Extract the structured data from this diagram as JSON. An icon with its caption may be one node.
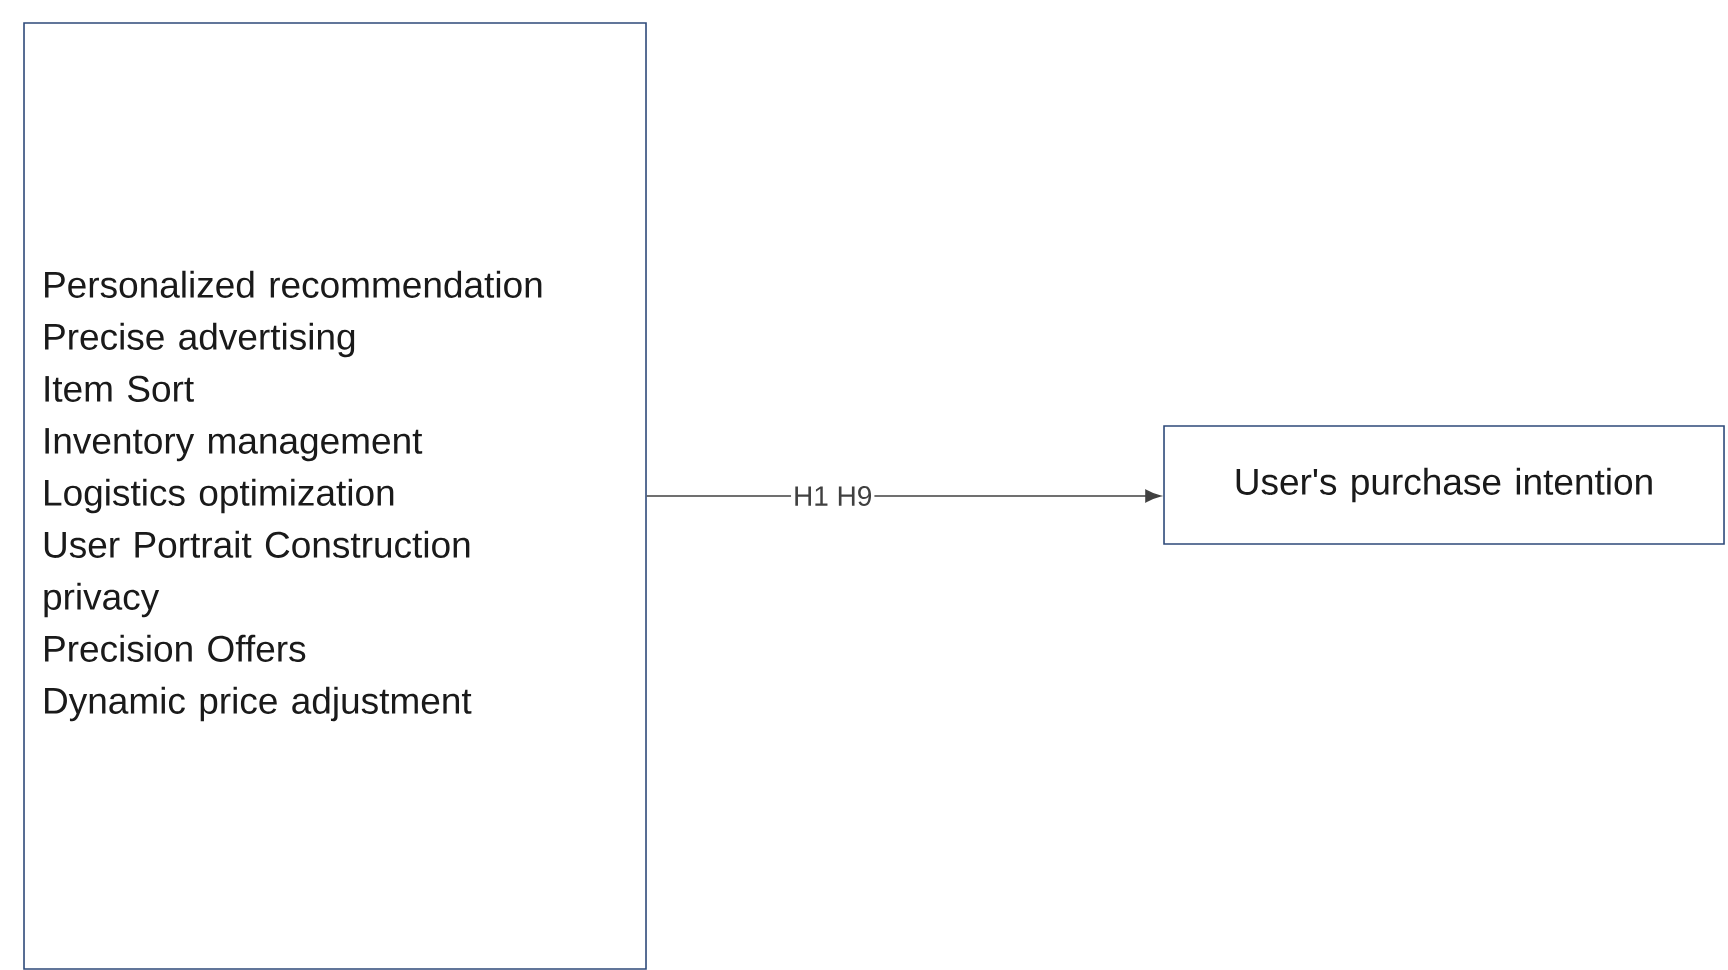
{
  "diagram": {
    "nodes": [
      {
        "text": [
          "Personalized recommendation",
          "Precise advertising",
          "Item Sort",
          "Inventory management",
          "Logistics optimization",
          "User Portrait Construction",
          "privacy",
          "Precision Offers",
          "Dynamic price adjustment"
        ]
      },
      {
        "text": [
          "User's purchase intention"
        ]
      }
    ],
    "edges": [
      {
        "from": 0,
        "to": 1,
        "arrow": "to",
        "label": "H1 H9"
      }
    ]
  }
}
